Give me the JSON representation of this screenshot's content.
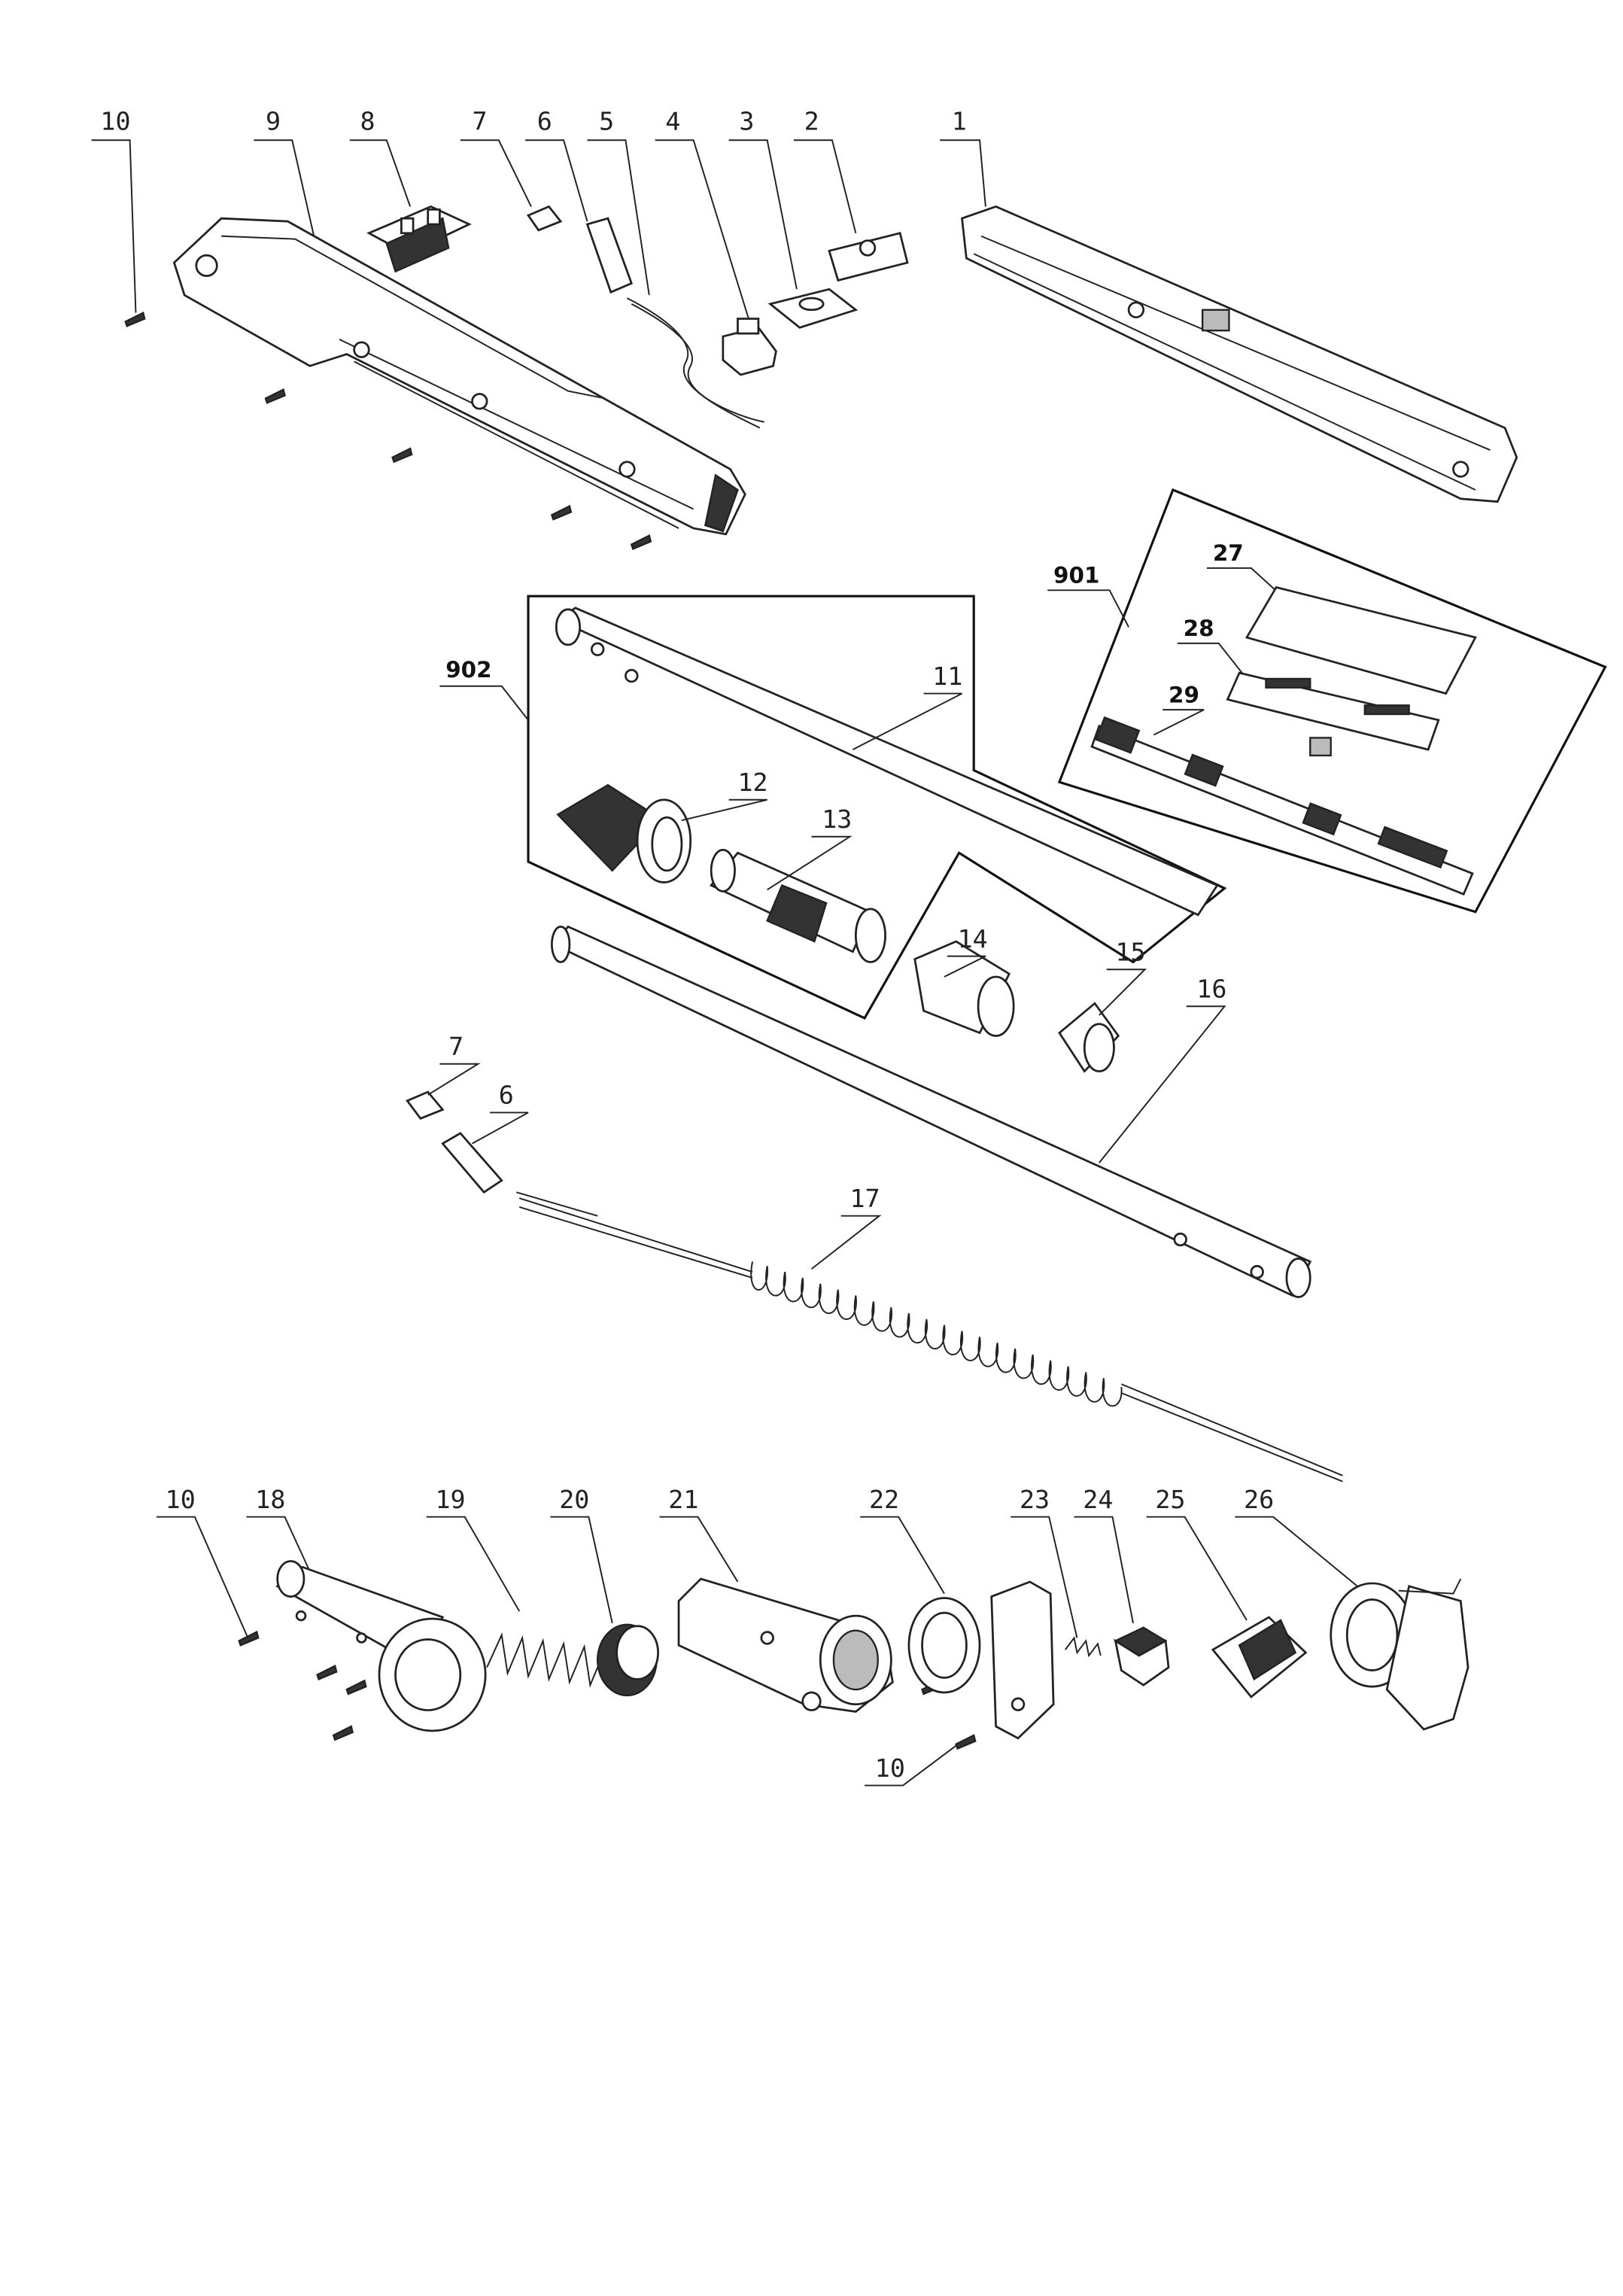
{
  "diagram": {
    "type": "exploded-parts-view",
    "callouts": {
      "c10a": "10",
      "c9": "9",
      "c8": "8",
      "c7a": "7",
      "c6a": "6",
      "c5": "5",
      "c4": "4",
      "c3": "3",
      "c2": "2",
      "c1": "1",
      "c901": "901",
      "c27": "27",
      "c28": "28",
      "c29": "29",
      "c902": "902",
      "c11": "11",
      "c12": "12",
      "c13": "13",
      "c14": "14",
      "c15": "15",
      "c16": "16",
      "c7b": "7",
      "c6b": "6",
      "c17": "17",
      "c10b": "10",
      "c18": "18",
      "c19": "19",
      "c20": "20",
      "c21": "21",
      "c22": "22",
      "c23": "23",
      "c24": "24",
      "c25": "25",
      "c26": "26",
      "c10c": "10"
    }
  }
}
